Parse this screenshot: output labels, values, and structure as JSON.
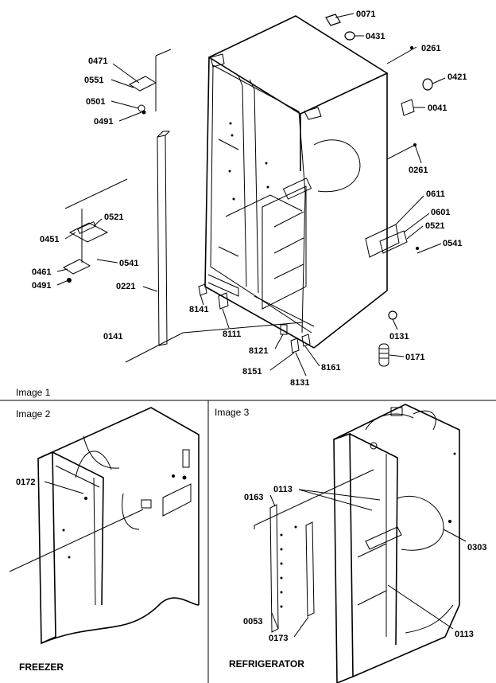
{
  "panels": {
    "image1": {
      "title": "Image 1",
      "callouts": {
        "c0071": "0071",
        "c0431": "0431",
        "c0261a": "0261",
        "c0421": "0421",
        "c0041": "0041",
        "c0261b": "0261",
        "c0471": "0471",
        "c0551": "0551",
        "c0501": "0501",
        "c0491a": "0491",
        "c0611": "0611",
        "c0601": "0601",
        "c0521a": "0521",
        "c0541a": "0541",
        "c0521b": "0521",
        "c0451": "0451",
        "c0541b": "0541",
        "c0461": "0461",
        "c0491b": "0491",
        "c0221": "0221",
        "c8141": "8141",
        "c8111": "8111",
        "c0141": "0141",
        "c0131": "0131",
        "c8121": "8121",
        "c8151": "8151",
        "c8161": "8161",
        "c8131": "8131",
        "c0171": "0171"
      }
    },
    "image2": {
      "title": "Image 2",
      "caption": "FREEZER",
      "callouts": {
        "c0172": "0172"
      }
    },
    "image3": {
      "title": "Image 3",
      "caption": "REFRIGERATOR",
      "callouts": {
        "c0163": "0163",
        "c0113a": "0113",
        "c0303": "0303",
        "c0053": "0053",
        "c0173": "0173",
        "c0113b": "0113"
      }
    }
  }
}
